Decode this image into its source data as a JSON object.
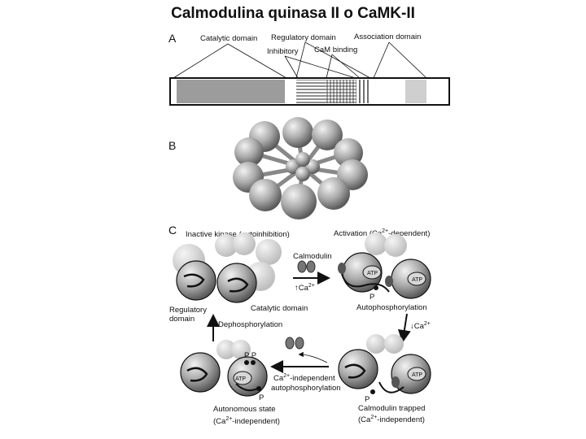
{
  "title": "Calmodulina quinasa II  o CaMK-II",
  "panel_a": {
    "letter": "A",
    "catalytic": "Catalytic domain",
    "regulatory": "Regulatory domain",
    "association": "Association domain",
    "inhibitory": "Inhibitory",
    "cam_binding": "CaM binding"
  },
  "panel_b": {
    "letter": "B"
  },
  "panel_c": {
    "letter": "C",
    "inactive": "Inactive kinase (autoinhibition)",
    "activation": "Activation (Ca",
    "activation_sup": "2+",
    "activation_tail": "-dependent)",
    "calmodulin": "Calmodulin",
    "ca_arrow": "↑Ca",
    "ca_sup": "2+",
    "regulatory_1": "Regulatory",
    "regulatory_2": "domain",
    "catalytic_domain": "Catalytic domain",
    "dephos": "Dephosphorylation",
    "autophos": "Autophosphorylation",
    "ca_down": "↓Ca",
    "ca_down_sup": "2+",
    "indep_1a": "Ca",
    "indep_1sup": "2+",
    "indep_1b": "-independent",
    "indep_2": "autophosphorylation",
    "autonomous": "Autonomous state",
    "auto_paren_a": "(Ca",
    "auto_paren_sup": "2+",
    "auto_paren_b": "-independent)",
    "trapped": "Calmodulin trapped",
    "trapped_paren_a": "(Ca",
    "trapped_paren_sup": "2+",
    "trapped_paren_b": "-independent)",
    "atp": "ATP",
    "p": "P",
    "pp": "P P"
  }
}
